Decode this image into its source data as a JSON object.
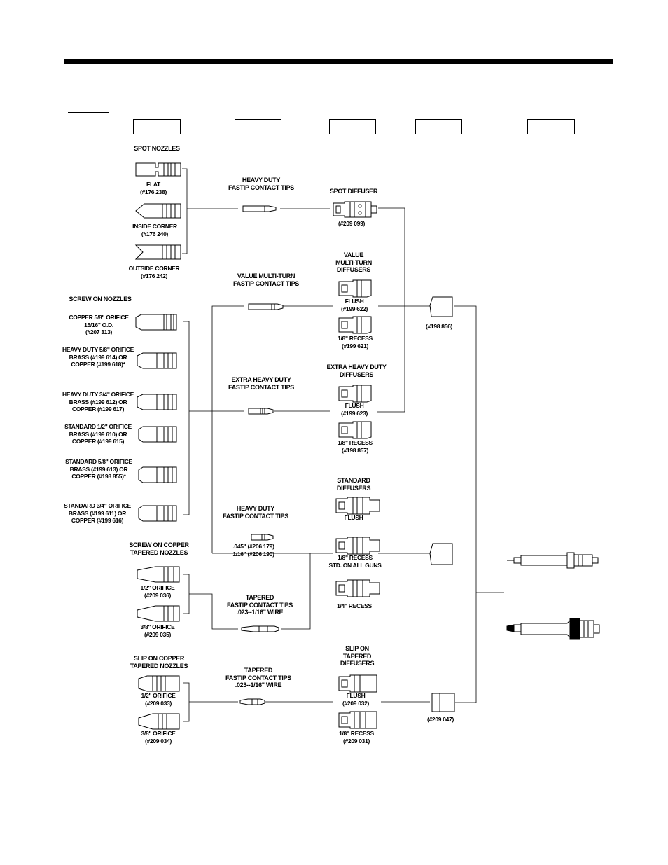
{
  "labels": {
    "spot_nozzles": "SPOT NOZZLES",
    "flat": "FLAT\n(#176 238)",
    "inside_corner": "INSIDE CORNER\n(#176 240)",
    "outside_corner": "OUTSIDE CORNER\n(#176 242)",
    "hd_tips_top": "HEAVY DUTY\nFASTIP CONTACT TIPS",
    "spot_diffuser": "SPOT DIFFUSER",
    "spot_diffuser_num": "(#209 099)",
    "screw_on_nozzles": "SCREW ON NOZZLES",
    "copper_58": "COPPER 5/8\" ORIFICE\n15/16\" O.D.\n(#207 313)",
    "hd_58": "HEAVY DUTY 5/8\" ORIFICE\nBRASS (#199 614) OR\nCOPPER (#199 618)*",
    "hd_34": "HEAVY DUTY 3/4\" ORIFICE\nBRASS (#199 612) OR\nCOPPER (#199 617)",
    "std_12": "STANDARD 1/2\" ORIFICE\nBRASS (#199 610) OR\nCOPPER (#199 615)",
    "std_58": "STANDARD 5/8\" ORIFICE\nBRASS (#199 613) OR\nCOPPER (#198 855)*",
    "std_34": "STANDARD 3/4\" ORIFICE\nBRASS (#199 611) OR\nCOPPER (#199 616)",
    "value_tips": "VALUE MULTI-TURN\nFASTIP CONTACT TIPS",
    "value_diffusers": "VALUE\nMULTI-TURN\nDIFFUSERS",
    "value_flush": "FLUSH\n(#199 622)",
    "value_recess": "1/8\" RECESS\n(#199 621)",
    "insulator_1": "(#198 856)",
    "xhd_tips": "EXTRA HEAVY DUTY\nFASTIP CONTACT TIPS",
    "xhd_diffusers": "EXTRA HEAVY DUTY\nDIFFUSERS",
    "xhd_flush": "FLUSH\n(#199 623)",
    "xhd_recess": "1/8\" RECESS\n(#198 857)",
    "std_diffusers": "STANDARD\nDIFFUSERS",
    "std_flush": "FLUSH",
    "std_recess_18": "1/8\" RECESS\nSTD. ON ALL GUNS",
    "std_recess_14": "1/4\" RECESS",
    "hd_tips_mid": "HEAVY DUTY\nFASTIP CONTACT TIPS",
    "hd_tip_sizes": ".045\" (#206 179)\n1/16\" (#206 190)",
    "screw_copper_tapered": "SCREW ON COPPER\nTAPERED NOZZLES",
    "sct_12": "1/2\" ORIFICE\n(#209 036)",
    "sct_38": "3/8\" ORIFICE\n(#209 035)",
    "tapered_tips_1": "TAPERED\nFASTIP CONTACT TIPS\n.023--1/16\" WIRE",
    "slip_copper_tapered": "SLIP ON COPPER\nTAPERED NOZZLES",
    "sl_12": "1/2\" ORIFICE\n(#209 033)",
    "sl_38": "3/8\" ORIFICE\n(#209 034)",
    "tapered_tips_2": "TAPERED\nFASTIP CONTACT TIPS\n.023--1/16\" WIRE",
    "slip_diffusers": "SLIP ON\nTAPERED\nDIFFUSERS",
    "slip_flush": "FLUSH\n(#209 032)",
    "slip_recess": "1/8\" RECESS\n(#209 031)",
    "insulator_3": "(#209 047)"
  }
}
